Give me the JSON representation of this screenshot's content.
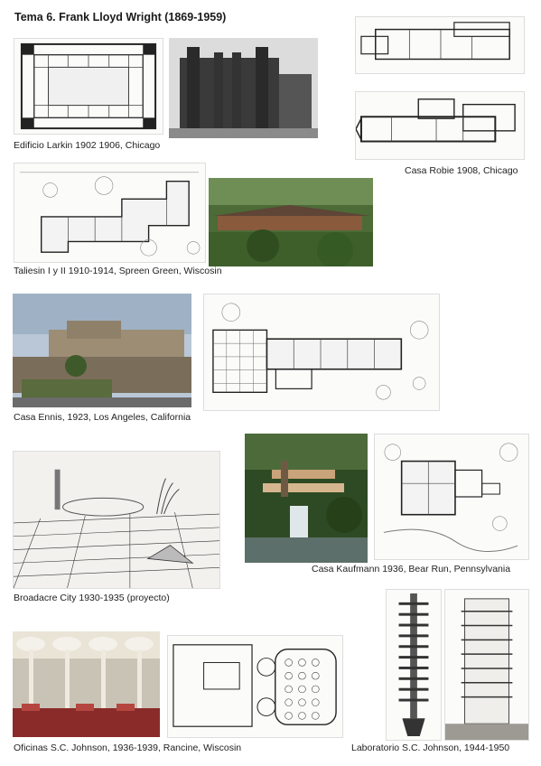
{
  "page": {
    "title": "Tema 6. Frank Lloyd Wright (1869-1959)"
  },
  "captions": {
    "larkin": "Edificio Larkin 1902 1906, Chicago",
    "robie": "Casa Robie 1908, Chicago",
    "taliesin": "Taliesin I y II 1910-1914, Spreen Green, Wiscosin",
    "ennis": "Casa Ennis, 1923, Los Angeles, California",
    "broadacre": "Broadacre City 1930-1935 (proyecto)",
    "kaufmann": "Casa Kaufmann 1936, Bear Run, Pennsylvania",
    "johnson_offices": "Oficinas S.C. Johnson, 1936-1939, Rancine, Wiscosin",
    "johnson_lab": "Laboratorio S.C. Johnson, 1944-1950"
  }
}
